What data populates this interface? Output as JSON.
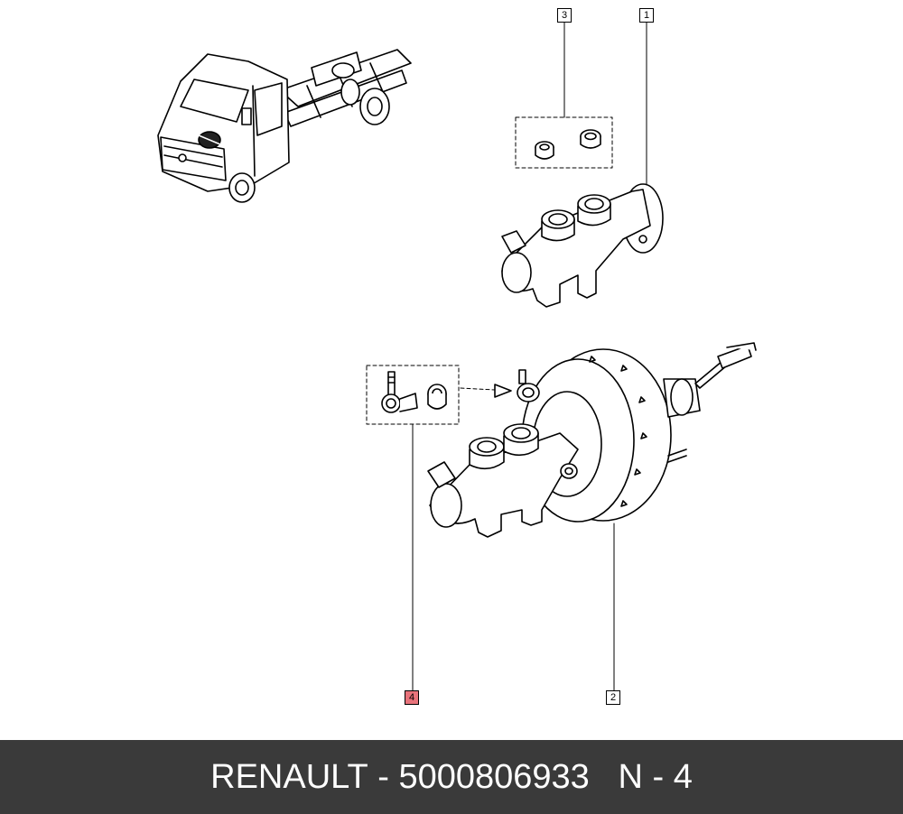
{
  "callouts": [
    {
      "label": "3",
      "highlighted": false
    },
    {
      "label": "1",
      "highlighted": false
    },
    {
      "label": "4",
      "highlighted": true
    },
    {
      "label": "2",
      "highlighted": false
    }
  ],
  "footer": {
    "brand": "RENAULT",
    "separator": " - ",
    "part_number": "5000806933",
    "position_code": "N - 4"
  },
  "colors": {
    "footer_bg": "#3a3a3a",
    "highlight": "#e8737b",
    "line": "#000000"
  }
}
